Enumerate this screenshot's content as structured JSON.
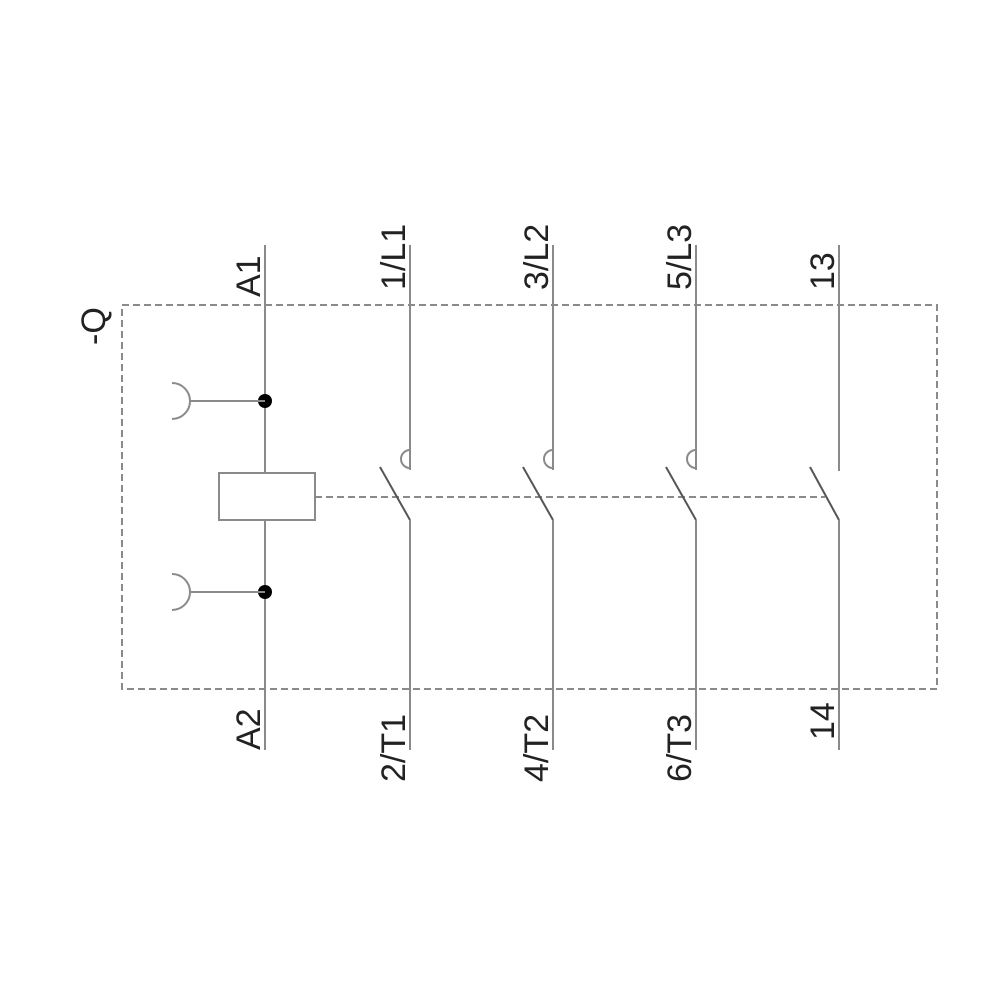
{
  "device": {
    "designation": "-Q"
  },
  "coil": {
    "top_terminal": "A1",
    "bottom_terminal": "A2"
  },
  "contacts": [
    {
      "top": "1/L1",
      "bottom": "2/T1",
      "type": "main"
    },
    {
      "top": "3/L2",
      "bottom": "4/T2",
      "type": "main"
    },
    {
      "top": "5/L3",
      "bottom": "6/T3",
      "type": "main"
    },
    {
      "top": "13",
      "bottom": "14",
      "type": "auxiliary"
    }
  ]
}
